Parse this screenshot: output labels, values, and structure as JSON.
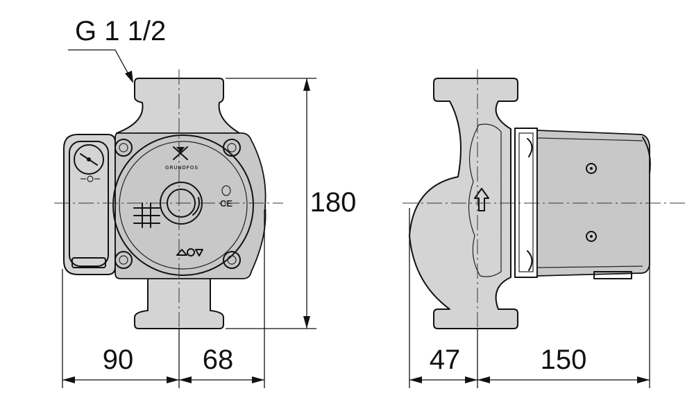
{
  "thread_label": "G 1 1/2",
  "brand_text": "GRUNDFOS",
  "ce_mark": "CE",
  "dimensions": {
    "height": "180",
    "front_left": "90",
    "front_right": "68",
    "side_left": "47",
    "side_right": "150"
  }
}
